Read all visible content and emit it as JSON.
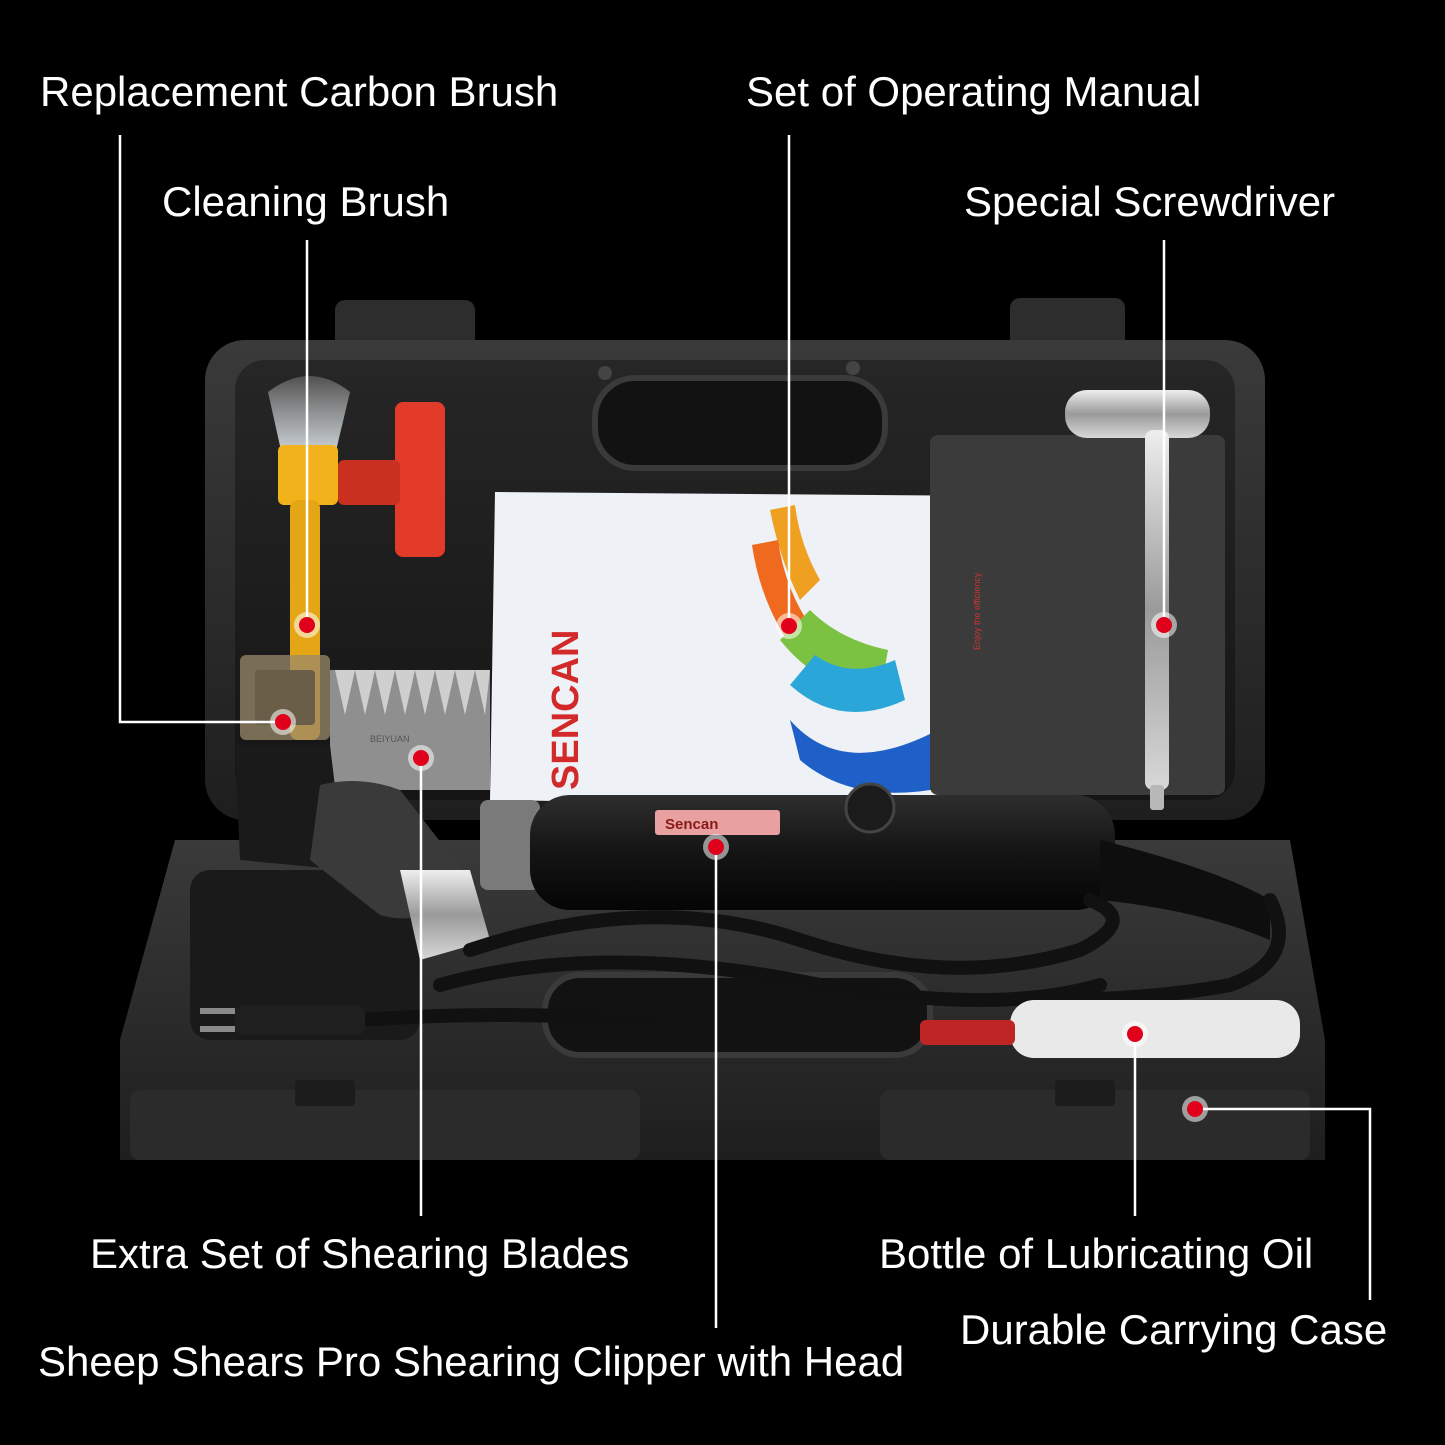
{
  "labels": {
    "carbon_brush": "Replacement Carbon Brush",
    "cleaning_brush": "Cleaning Brush",
    "manual": "Set of Operating Manual",
    "screwdriver": "Special Screwdriver",
    "blades": "Extra Set of Shearing Blades",
    "clipper": "Sheep Shears Pro Shearing Clipper with Head",
    "oil": "Bottle of Lubricating Oil",
    "case": "Durable Carrying Case"
  },
  "manual": {
    "brand": "SENCAN",
    "tagline": "Enjoy the efficiency"
  },
  "clipper": {
    "brand_plate": "Sencan"
  },
  "blades": {
    "stamp": "BEIYUAN"
  },
  "colors": {
    "background": "#000000",
    "text": "#ffffff",
    "marker": "#e0001b",
    "leader": "#ffffff",
    "case": "#2a2a2a",
    "brush_handle": "#f2b21b",
    "tool_red": "#e23b2a"
  }
}
